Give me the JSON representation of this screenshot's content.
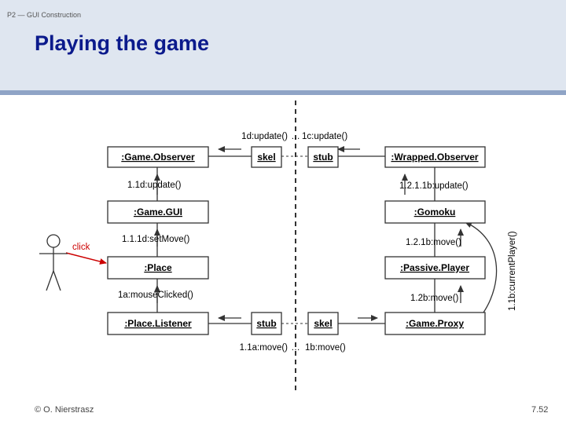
{
  "header": {
    "breadcrumb": "P2 — GUI Construction",
    "title": "Playing the game"
  },
  "diagram": {
    "objects": {
      "game_observer": ":Game.Observer",
      "skel_top": "skel",
      "stub_top": "stub",
      "wrapped_observer": ":Wrapped.Observer",
      "game_gui": ":Game.GUI",
      "gomoku": ":Gomoku",
      "place": ":Place",
      "passive_player": ":Passive.Player",
      "place_listener": ":Place.Listener",
      "stub_bottom": "stub",
      "skel_bottom": "skel",
      "game_proxy": ":Game.Proxy"
    },
    "messages": {
      "top_left": "1d:update()",
      "top_dots": "…",
      "top_right": "1c:update()",
      "m_11d": "1.1d:update()",
      "m_1211b": "1.2.1.1b:update()",
      "m_111d": "1.1.1d:setMove()",
      "m_121b": "1.2.1b:move()",
      "m_1a": "1a:mouseClicked()",
      "m_12b": "1.2b:move()",
      "m_11b": "1.1b:currentPlayer()",
      "bottom_left": "1.1a:move()",
      "bottom_dots": "…",
      "bottom_right": "1b:move()",
      "click": "click"
    }
  },
  "footer": {
    "copyright": "© O. Nierstrasz",
    "page": "7.52"
  }
}
